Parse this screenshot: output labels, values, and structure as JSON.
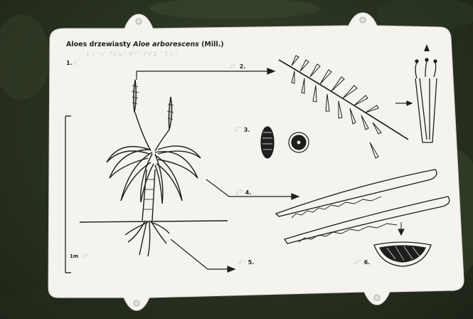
{
  "sign": {
    "title_common": "Aloes drzewiasty",
    "title_latin": "Aloe arborescens",
    "title_author": "(Mill.)",
    "braille_title": "⠠⠁⠇⠕⠑⠎ ⠙⠗⠵⠑⠺⠊⠁⠎⠞⠽ ⠁⠇⠕⠑",
    "scale_label": "1m",
    "labels": [
      {
        "id": "1",
        "text": "1."
      },
      {
        "id": "2",
        "text": "2."
      },
      {
        "id": "3",
        "text": "3."
      },
      {
        "id": "4",
        "text": "4."
      },
      {
        "id": "5",
        "text": "5."
      },
      {
        "id": "6",
        "text": "6."
      }
    ],
    "braille_marks": [
      "⠼⠁",
      "⠼⠃",
      "⠼⠉",
      "⠼⠙",
      "⠼⠑",
      "⠼⠋",
      "⠼⠛"
    ]
  },
  "colors": {
    "plate": "#f4f3ee",
    "ink": "#1e1e1e",
    "background": "#2b3523"
  }
}
